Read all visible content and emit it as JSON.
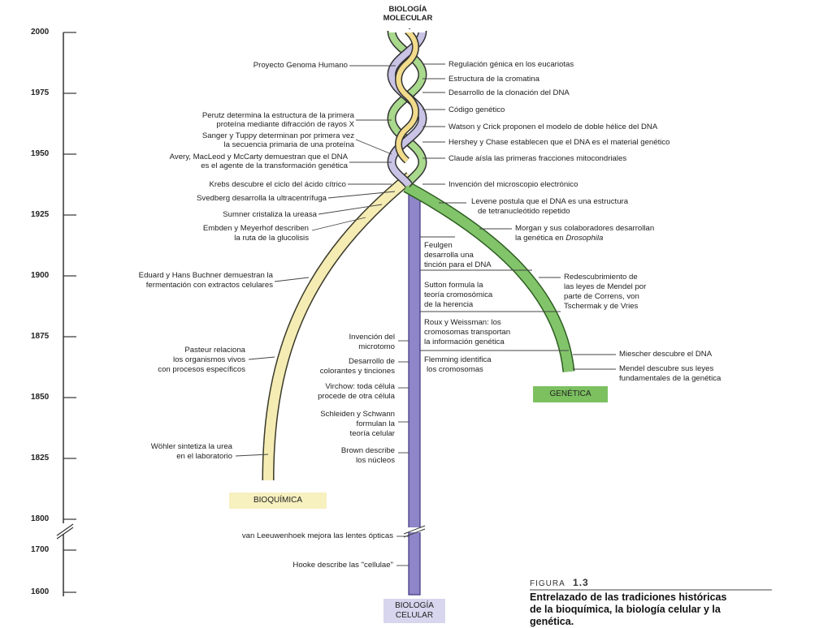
{
  "header": {
    "line1": "BIOLOGÍA",
    "line2": "MOLECULAR"
  },
  "axis": {
    "years": [
      "2000",
      "1975",
      "1950",
      "1925",
      "1900",
      "1875",
      "1850",
      "1825",
      "1800",
      "1700",
      "1600"
    ]
  },
  "branches": {
    "biochem": "BIOQUÍMICA",
    "genetics": "GENÉTICA",
    "cellbio_line1": "BIOLOGÍA",
    "cellbio_line2": "CELULAR"
  },
  "left_events": [
    "Proyecto Genoma Humano",
    "Perutz determina la estructura de la primera",
    "proteína mediante difracción de rayos X",
    "Sanger y Tuppy determinan por primera vez",
    "la secuencia primaria de una proteína",
    "Avery, MacLeod y McCarty demuestran que el DNA",
    "es el agente de la transformación genética",
    "Krebs descubre el ciclo del ácido cítrico",
    "Svedberg desarrolla la ultracentrífuga",
    "Sumner cristaliza la ureasa",
    "Embden  y Meyerhof describen",
    "la ruta de la glucolisis",
    "Eduard y Hans Buchner demuestran la",
    "fermentación con extractos celulares",
    "Pasteur relaciona",
    "los organismos vivos",
    "con procesos específicos",
    "Wöhler sintetiza la urea",
    "en el laboratorio"
  ],
  "right_events": [
    "Regulación génica en los eucariotas",
    "Estructura de la cromatina",
    "Desarrollo de la clonación del DNA",
    "Código genético",
    "Watson y Crick proponen el modelo de doble hélice del DNA",
    "Hershey y Chase establecen que el DNA es el material genético",
    "Claude aísla las primeras fracciones mitocondriales",
    "Invención del microscopio electrónico",
    "Levene postula que el DNA es una estructura",
    "de tetranucleótido repetido",
    "Morgan y sus colaboradores desarrollan",
    "la genética en",
    "Drosophila"
  ],
  "cell_left_events": [
    "Invención del",
    "microtomo",
    "Desarrollo de",
    "colorantes y tinciones",
    "Virchow: toda célula",
    "procede de otra célula",
    "Schleiden y Schwann",
    "formulan la",
    "teoría celular",
    "Brown describe",
    "los núcleos",
    "van Leeuwenhoek mejora las lentes ópticas",
    "Hooke describe las \"cellulae\""
  ],
  "cell_right_events": [
    "Feulgen",
    "desarrolla una",
    "tinción para el DNA",
    "Sutton formula la",
    "teoría cromosómica",
    "de la herencia",
    "Roux y Weissman: los",
    "cromosomas transportan",
    "la información genética",
    "Flemming identifica",
    "los cromosomas"
  ],
  "genetics_events": [
    "Redescubrimiento de",
    "las leyes de Mendel por",
    "parte de Correns, von",
    "Tschermak y de Vries",
    "Miescher descubre el DNA",
    "Mendel descubre sus leyes",
    "fundamentales de la genética"
  ],
  "caption": {
    "label": "FIGURA",
    "number": "1.3",
    "title_line1": "Entrelazado de las tradiciones históricas",
    "title_line2": "de la bioquímica, la biología celular y la",
    "title_line3": "genética."
  },
  "colors": {
    "biochem": "#f5ecb4",
    "cellbio": "#8e86c8",
    "genetics": "#82c46a",
    "helix_lavender": "#c9c3e6",
    "helix_yellow": "#f2dc8c",
    "helix_green": "#a8d98c"
  }
}
